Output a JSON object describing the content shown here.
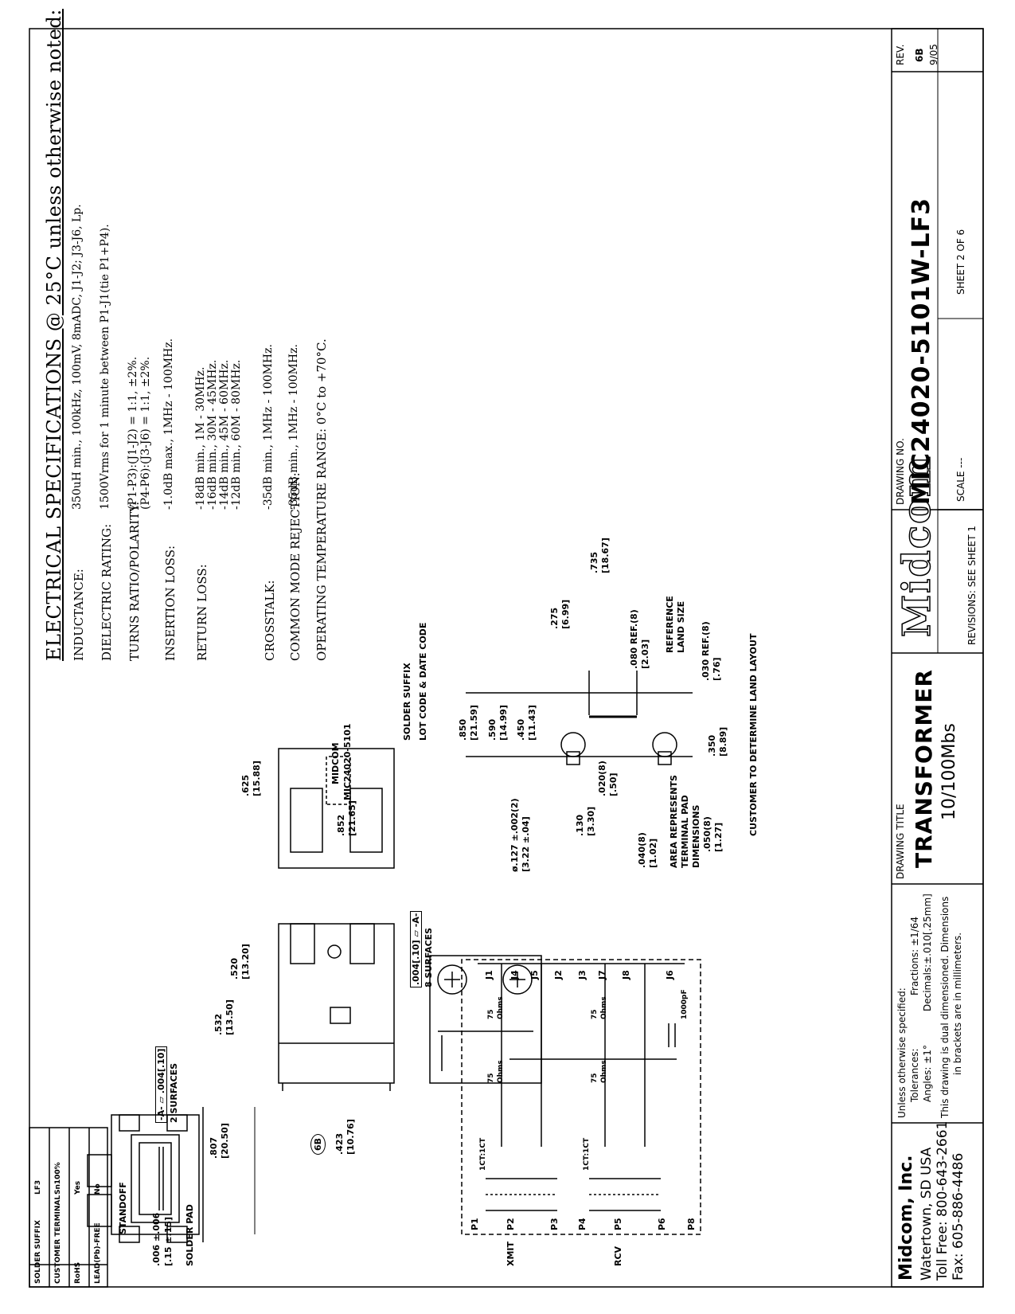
{
  "specs": {
    "title": "ELECTRICAL SPECIFICATIONS @ 25°C unless otherwise noted:",
    "items": [
      {
        "label": "INDUCTANCE:",
        "values": [
          "350uH min., 100kHz, 100mV, 8mADC, J1-J2; J3-J6, Lp."
        ]
      },
      {
        "label": "DIELECTRIC RATING:",
        "values": [
          "1500Vrms for 1 minute between P1-J1(tie P1+P4)."
        ]
      },
      {
        "label": "TURNS RATIO/POLARITY:",
        "values": [
          "(P1-P3):(J1-J2) = 1:1, ±2%.",
          "(P4-P6):(J3-J6) = 1:1, ±2%."
        ]
      },
      {
        "label": "INSERTION LOSS:",
        "values": [
          "-1.0dB max., 1MHz - 100MHz."
        ]
      },
      {
        "label": "RETURN LOSS:",
        "values": [
          "-18dB min., 1M - 30MHz.",
          "-16dB min., 30M - 45MHz.",
          "-14dB min., 45M - 60MHz.",
          "-12dB min., 60M - 80MHz."
        ]
      },
      {
        "label": "CROSSTALK:",
        "values": [
          "-35dB min., 1MHz - 100MHz."
        ]
      },
      {
        "label": "COMMON MODE REJECTION:",
        "values": [
          "-35dB min., 1MHz - 100MHz."
        ]
      },
      {
        "label": "OPERATING TEMPERATURE RANGE: 0°C to +70°C.",
        "values": []
      }
    ]
  },
  "suffix_table": {
    "headers": [
      "SOLDER SUFFIX",
      "CUSTOMER TERMINAL",
      "RoHS",
      "LEAD(Pb)-FREE"
    ],
    "row": [
      "LF3",
      "Sn100%",
      "Yes",
      "No"
    ]
  },
  "views": {
    "standoff": "STANDOFF",
    "standoff_dim": ".006 ±.006",
    "standoff_dim_mm": "[.15 ±.15]",
    "solder_pad": "SOLDER PAD",
    "dim_807": ".807",
    "dim_807_mm": "[20.50]",
    "flatness1_box": "-A- ⏥ .004[.10]",
    "flatness1_note": "2 SURFACES",
    "flatness2_box": ".004[.10] ⏥ -A-",
    "flatness2_note": "8 SURFACES",
    "dim_532": ".532",
    "dim_532_mm": "[13.50]",
    "dim_520": ".520",
    "dim_520_mm": "[13.20]",
    "dim_423": ".423",
    "dim_423_mm": "[10.76]",
    "rev_bubble": "6B",
    "dim_625": ".625",
    "dim_625_mm": "[15.88]",
    "dim_852": ".852",
    "dim_852_mm": "[21.65]",
    "marking_1": "MIDCOM",
    "marking_2": "MIC24020-5101",
    "solder_suffix": "SOLDER SUFFIX",
    "lot_code": "LOT CODE & DATE CODE"
  },
  "land": {
    "d850": ".850",
    "d850_mm": "[21.59]",
    "d590": ".590",
    "d590_mm": "[14.99]",
    "d450": ".450",
    "d450_mm": "[11.43]",
    "d275": ".275",
    "d275_mm": "[6.99]",
    "d735": ".735",
    "d735_mm": "[18.67]",
    "d080": ".080 REF.(8)",
    "d080_mm": "[2.03]",
    "ref_land_1": "REFERENCE",
    "ref_land_2": "LAND SIZE",
    "d030": ".030 REF.(8)",
    "d030_mm": "[.76]",
    "d350": ".350",
    "d350_mm": "[8.89]",
    "d050": ".050(8)",
    "d050_mm": "[1.27]",
    "d020": ".020(8)",
    "d020_mm": "[.50]",
    "d040": ".040(8)",
    "d040_mm": "[1.02]",
    "d130": ".130",
    "d130_mm": "[3.30]",
    "hole": "ø.127 ±.002(2)",
    "hole_mm": "[3.22 ±.04]",
    "area_1": "AREA REPRESENTS",
    "area_2": "TERMINAL PAD",
    "area_3": "DIMENSIONS",
    "customer_note": "CUSTOMER TO DETERMINE LAND LAYOUT"
  },
  "schematic": {
    "pins_left": [
      "P1",
      "P2",
      "P3",
      "P4",
      "P5",
      "P6",
      "P8"
    ],
    "pins_right": [
      "J1",
      "J4",
      "J5",
      "J2",
      "J3",
      "J7",
      "J8",
      "J6"
    ],
    "xmit": "XMIT",
    "rcv": "RCV",
    "ratio": "1CT:1CT",
    "res_value": "75",
    "res_unit": "Ohms",
    "cap": "1000pF"
  },
  "title_block": {
    "company": "Midcom, Inc.",
    "address": "Watertown, SD  USA",
    "toll_free": "Toll Free: 800-643-2661",
    "fax": "Fax: 605-886-4486",
    "tol_1": "Unless otherwise specified:",
    "tol_2": "Tolerances:",
    "tol_3": "Fractions: ±1/64",
    "tol_4": "Angles: ±1°",
    "tol_5": "Decimals:±.010[.25mm]",
    "tol_6": "This drawing is dual dimensioned.  Dimensions",
    "tol_7": "in brackets are in millimeters.",
    "drawing_title_label": "DRAWING TITLE",
    "drawing_title": "TRANSFORMER",
    "drawing_subtitle": "10/100Mbs",
    "logo": "Midcom",
    "revisions": "REVISIONS: SEE SHEET 1",
    "drawing_no_label": "DRAWING NO.",
    "drawing_no": "MIC24020-5101W-LF3",
    "scale": "SCALE   ---",
    "sheet": "SHEET  2  OF  6",
    "rev_label": "REV.",
    "rev": "6B",
    "rev_date": "9/05"
  }
}
